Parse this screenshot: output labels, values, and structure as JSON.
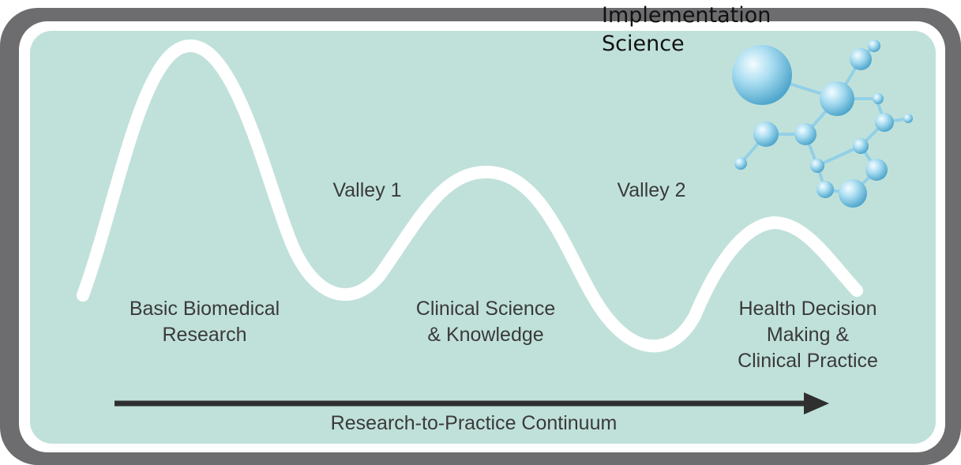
{
  "title": {
    "line1": "Implementation",
    "line2": "Science"
  },
  "labels": {
    "basic": {
      "line1": "Basic Biomedical",
      "line2": "Research"
    },
    "valley1": "Valley 1",
    "clinical": {
      "line1": "Clinical Science",
      "line2": "& Knowledge"
    },
    "valley2": "Valley 2",
    "health": {
      "line1": "Health Decision",
      "line2": "Making &",
      "line3": "Clinical Practice"
    }
  },
  "continuum": "Research-to-Practice Continuum",
  "colors": {
    "frame": "#6d6d6f",
    "panel": "#c0e1da",
    "curve": "#ffffff",
    "arrow": "#2f2f2f",
    "molecule": "#8fcfe8"
  },
  "icons": {
    "molecule": "molecule-icon"
  }
}
